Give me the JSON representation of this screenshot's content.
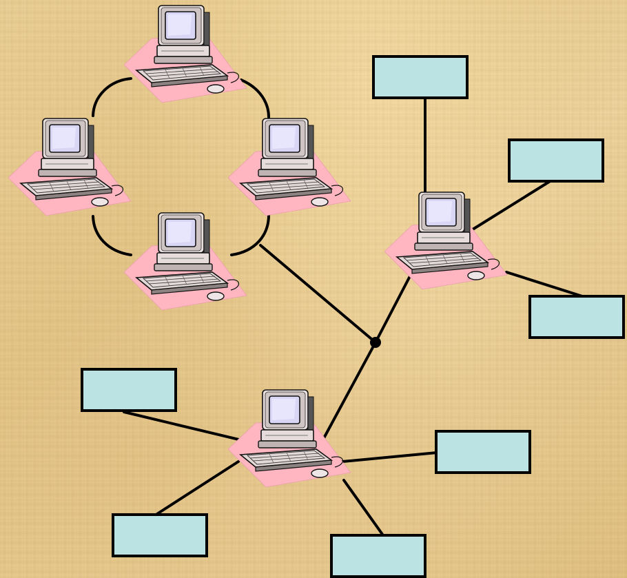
{
  "diagram": {
    "kind": "network-topology",
    "colors": {
      "background": "#ecd198",
      "link": "#000000",
      "box_fill": "#bce3e3",
      "box_stroke": "#000000",
      "pad_fill": "#ffb6c1",
      "monitor_screen": "#d9d6f5",
      "computer_case": "#e6dcdc"
    },
    "nodes": [
      {
        "id": "ring-top",
        "type": "computer-icon"
      },
      {
        "id": "ring-left",
        "type": "computer-icon"
      },
      {
        "id": "ring-right",
        "type": "computer-icon"
      },
      {
        "id": "ring-bottom",
        "type": "computer-icon"
      },
      {
        "id": "star-right-hub",
        "type": "computer-icon"
      },
      {
        "id": "star-bottom-hub",
        "type": "computer-icon"
      },
      {
        "id": "junction",
        "type": "connection-point"
      },
      {
        "id": "box-a",
        "type": "terminal-box"
      },
      {
        "id": "box-b",
        "type": "terminal-box"
      },
      {
        "id": "box-c",
        "type": "terminal-box"
      },
      {
        "id": "box-d",
        "type": "terminal-box"
      },
      {
        "id": "box-e",
        "type": "terminal-box"
      },
      {
        "id": "box-f",
        "type": "terminal-box"
      },
      {
        "id": "box-g",
        "type": "terminal-box"
      }
    ],
    "links": [
      {
        "from": "ring-top",
        "to": "ring-right",
        "style": "ring-arc"
      },
      {
        "from": "ring-right",
        "to": "ring-bottom",
        "style": "ring-arc"
      },
      {
        "from": "ring-bottom",
        "to": "ring-left",
        "style": "ring-arc"
      },
      {
        "from": "ring-left",
        "to": "ring-top",
        "style": "ring-arc"
      },
      {
        "from": "ring-bottom",
        "to": "junction",
        "style": "line"
      },
      {
        "from": "junction",
        "to": "star-right-hub",
        "style": "line"
      },
      {
        "from": "junction",
        "to": "star-bottom-hub",
        "style": "line"
      },
      {
        "from": "star-right-hub",
        "to": "box-a",
        "style": "line"
      },
      {
        "from": "star-right-hub",
        "to": "box-b",
        "style": "line"
      },
      {
        "from": "star-right-hub",
        "to": "box-c",
        "style": "line"
      },
      {
        "from": "star-bottom-hub",
        "to": "box-d",
        "style": "line"
      },
      {
        "from": "star-bottom-hub",
        "to": "box-e",
        "style": "line"
      },
      {
        "from": "star-bottom-hub",
        "to": "box-f",
        "style": "line"
      },
      {
        "from": "star-bottom-hub",
        "to": "box-g",
        "style": "line"
      }
    ]
  }
}
